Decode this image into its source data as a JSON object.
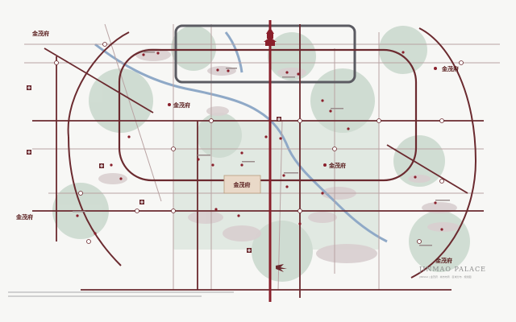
{
  "map": {
    "brand_label": "金茂府",
    "footer": {
      "title": "JINMAO PALACE",
      "subtitle": "JINMAO | 金茂府 · 城市布局 · 区域分布 · 规划图"
    },
    "colors": {
      "road": "#6b2a2f",
      "road_light": "#b9a3a3",
      "water": "#8fa9c7",
      "park": "#c9d8cc",
      "district": "#d9cfd0",
      "accent": "#8a1f2b"
    }
  }
}
